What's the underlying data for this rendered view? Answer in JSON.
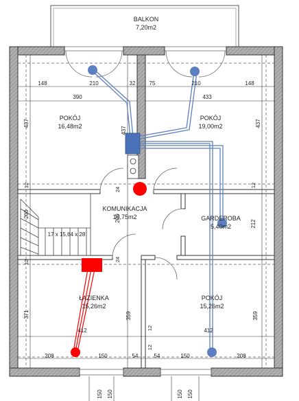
{
  "rooms": {
    "balkon": {
      "name": "BALKON",
      "area": "7,20m2"
    },
    "pokoj_left": {
      "name": "POKÓJ",
      "area": "16,48m2"
    },
    "pokoj_right": {
      "name": "POKÓJ",
      "area": "19,00m2"
    },
    "komunikacja": {
      "name": "KOMUNIKACJA",
      "area": "10,75m2"
    },
    "garderoba": {
      "name": "GARDEROBA",
      "area": "5,40m2"
    },
    "lazienka": {
      "name": "ŁAZIENKA",
      "area": "15,26m2"
    },
    "pokoj_bottom": {
      "name": "POKÓJ",
      "area": "15,26m2"
    }
  },
  "stairs_label": "17 x 15,64 x 28",
  "dimensions": {
    "top_148_left": "148",
    "top_210_left": "210",
    "top_32": "32",
    "top_390": "390",
    "top_75": "75",
    "top_210_right": "210",
    "top_148_right": "148",
    "top_433": "433",
    "left_437": "437",
    "center_437": "437",
    "right_437": "437",
    "left_12_a": "12",
    "center_24_a": "24",
    "left_200": "200",
    "center_200": "200",
    "right_212": "212",
    "right_12_a": "12",
    "left_12_b": "12",
    "center_24_b": "24",
    "left_371": "371",
    "center_359": "359",
    "right_359": "359",
    "lazienka_412": "412",
    "pokoj_412": "412",
    "center_12_a": "12",
    "center_12_b": "12",
    "bottom_208_left": "208",
    "bottom_150_left": "150",
    "bottom_54_left": "54",
    "bottom_54_right": "54",
    "bottom_150_right": "150",
    "bottom_208_right": "208",
    "bottom_v_150_1": "150",
    "bottom_v_150_2": "150",
    "bottom_v_150_3": "150",
    "bottom_v_150_4": "150"
  },
  "colors": {
    "wall": "#8a8a8a",
    "wall_edge": "#333333",
    "pipe_blue": "#5b7fc0",
    "pipe_red": "#ff0000",
    "manifold_blue": "#4a72b8"
  }
}
